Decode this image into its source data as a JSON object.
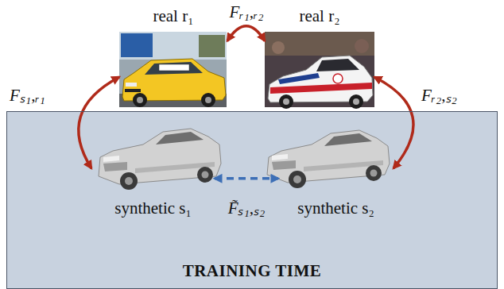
{
  "diagram": {
    "nodes": [
      {
        "text": [
          "real r₁"
        ]
      },
      {
        "text": [
          "real r₂"
        ]
      },
      {
        "text": [
          "TRAINING TIME"
        ]
      },
      {
        "text": [
          "synthetic s₁"
        ],
        "in": 2
      },
      {
        "text": [
          "synthetic s₂"
        ],
        "in": 2
      }
    ],
    "edges": [
      {
        "from": 0,
        "to": 1,
        "arrow": "both",
        "label": "Fᵣ₁,ᵣ₂"
      },
      {
        "from": 3,
        "to": 0,
        "arrow": "both",
        "label": "Fₛ₁,ᵣ₁"
      },
      {
        "from": 1,
        "to": 4,
        "arrow": "both",
        "label": "Fᵣ₂,ₛ₂"
      },
      {
        "from": 3,
        "to": 4,
        "arrow": "both",
        "label": "F̃ₛ₁,ₛ₂"
      }
    ]
  }
}
